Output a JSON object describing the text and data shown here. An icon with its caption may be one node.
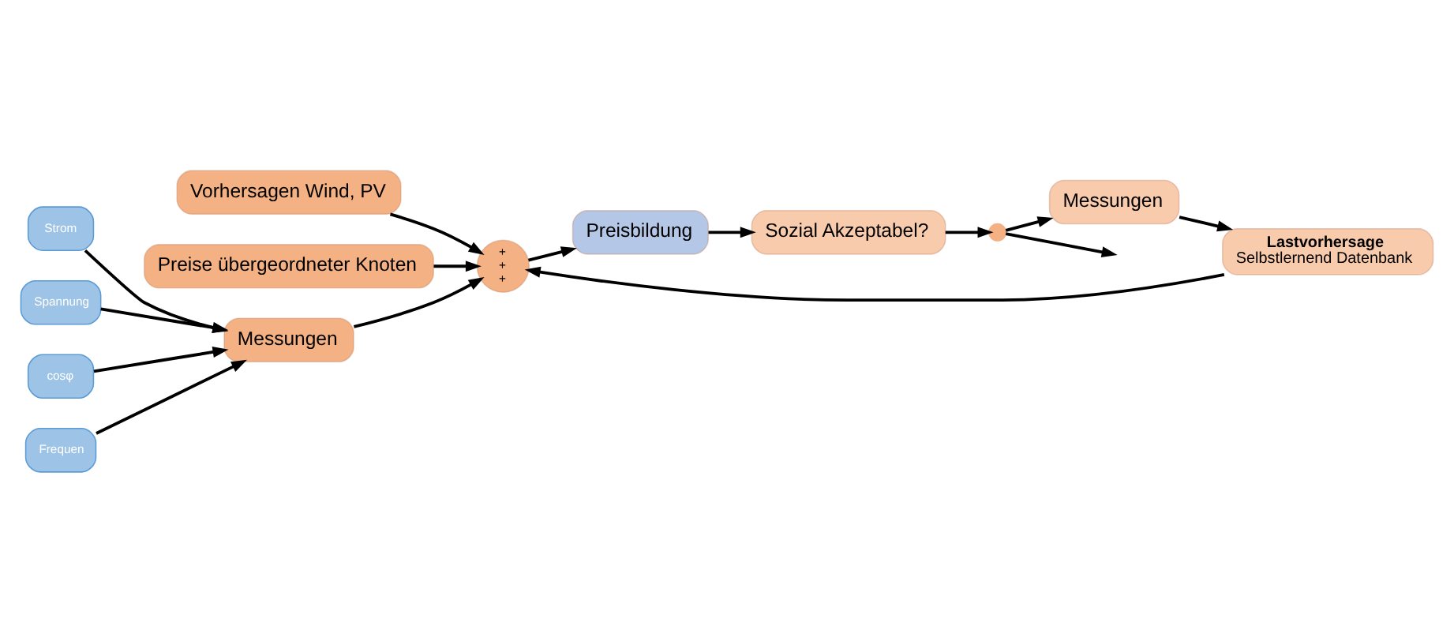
{
  "diagram": {
    "nodes": [
      {
        "text": [
          "Vorhersagen Wind, PV"
        ]
      },
      {
        "text": [
          "Preise übergeordneter Knoten"
        ]
      },
      {
        "text": [
          "+",
          "+",
          "+"
        ]
      },
      {
        "text": [
          "Preisbildung"
        ]
      },
      {
        "text": [
          "Sozial Akzeptabel?"
        ]
      },
      {
        "text": [],
        "shape": "circle"
      },
      {
        "text": [
          "Strom"
        ]
      },
      {
        "text": [
          "Spannung"
        ]
      },
      {
        "text": [
          "cosφ"
        ]
      },
      {
        "text": [
          "Frequen"
        ]
      },
      {
        "text": [
          "Messungen"
        ]
      },
      {
        "text": [
          "Lastvorhersage",
          "Selbstlernend Datenbank"
        ]
      },
      {
        "text": [
          "Messungen"
        ]
      }
    ],
    "edges": [
      {
        "from": 0,
        "to": 2,
        "arrow": "to"
      },
      {
        "from": 1,
        "to": 2,
        "arrow": "to"
      },
      {
        "from": 10,
        "to": 2,
        "arrow": "to"
      },
      {
        "from": 11,
        "to": 2,
        "arrow": "to"
      },
      {
        "from": 2,
        "to": 3,
        "arrow": "to"
      },
      {
        "from": 3,
        "to": 4,
        "arrow": "to"
      },
      {
        "from": 4,
        "to": 5,
        "arrow": "to"
      },
      {
        "from": 5,
        "to": null,
        "arrow": "to"
      },
      {
        "from": 5,
        "to": 12,
        "arrow": "to"
      },
      {
        "from": 12,
        "to": 11,
        "arrow": "to"
      },
      {
        "from": 6,
        "to": 10,
        "arrow": "to"
      },
      {
        "from": 7,
        "to": 10,
        "arrow": "to"
      },
      {
        "from": 8,
        "to": 10,
        "arrow": "to"
      },
      {
        "from": 9,
        "to": 10,
        "arrow": "to"
      }
    ]
  }
}
